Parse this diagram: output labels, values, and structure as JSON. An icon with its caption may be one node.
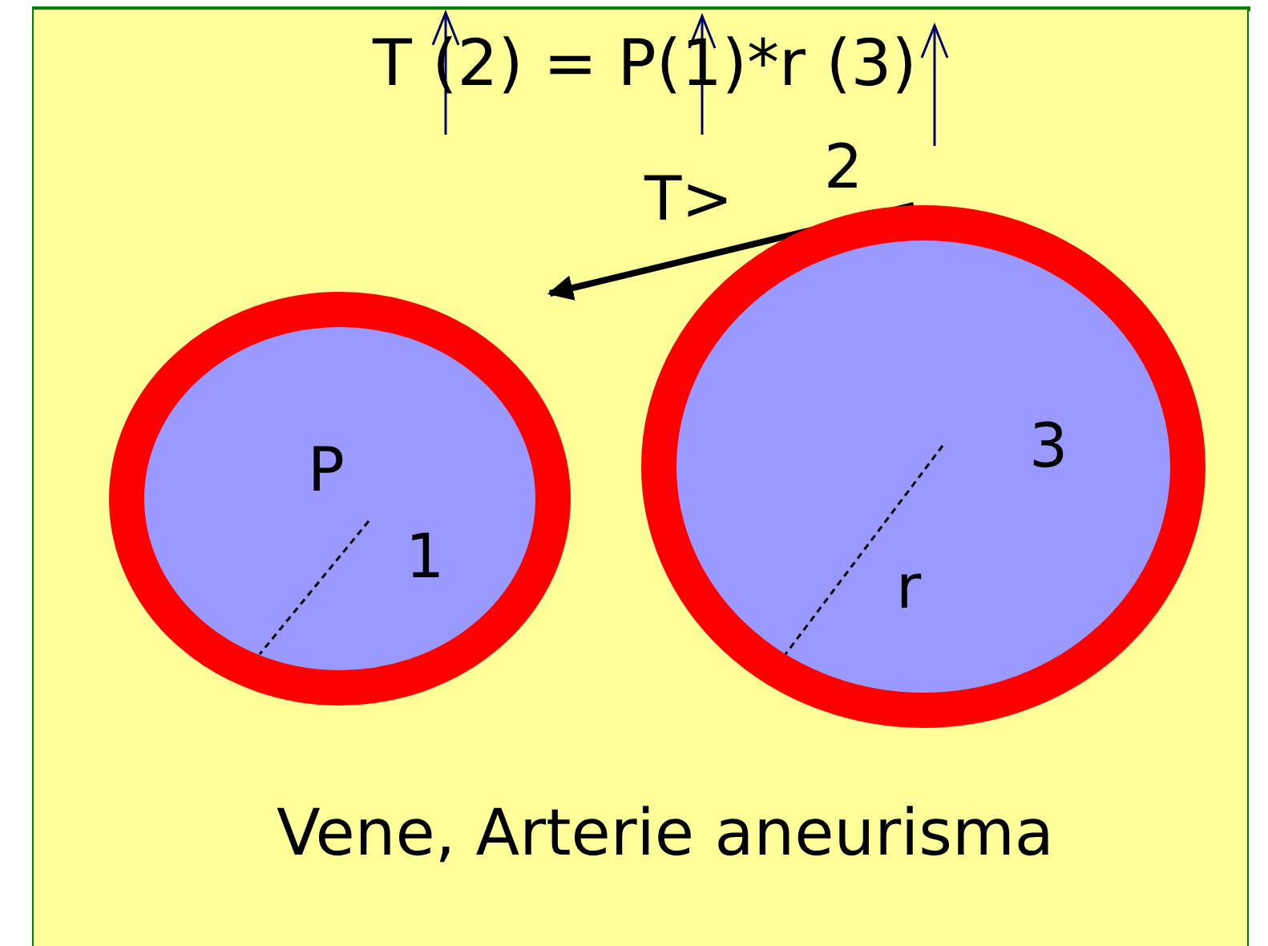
{
  "diagram": {
    "title": "T (2) = P(1)*r (3)",
    "caption": "Vene, Arterie aneurisma",
    "nodes": [
      {
        "text": [
          "P",
          "1"
        ]
      },
      {
        "text": [
          "3",
          "r"
        ]
      }
    ],
    "labels": [
      "T>",
      "2"
    ]
  }
}
